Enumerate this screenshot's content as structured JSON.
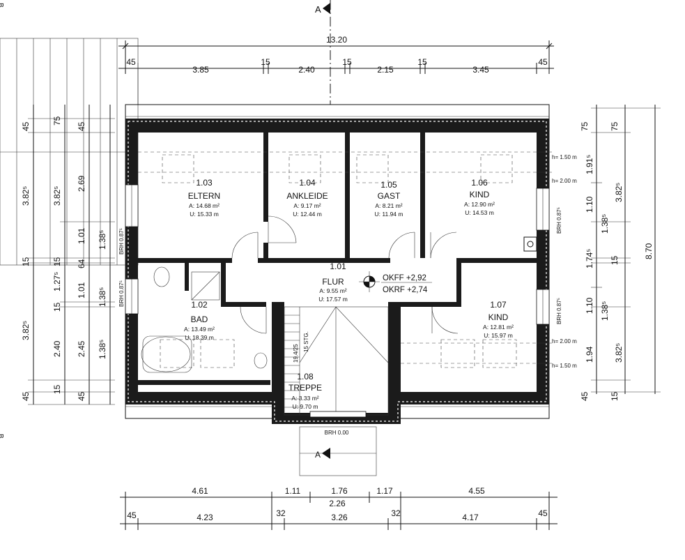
{
  "dimensions_top": {
    "overall": "13.20",
    "segments": [
      "45",
      "3.85",
      "15",
      "2.40",
      "15",
      "2.15",
      "15",
      "3.45",
      "45"
    ]
  },
  "dimensions_bottom": {
    "row1": [
      "4.61",
      "1.11",
      "1.76",
      "1.17",
      "4.55"
    ],
    "row1_sub": "2.26",
    "row2": [
      "45",
      "4.23",
      "32",
      "3.26",
      "32",
      "4.17",
      "45"
    ]
  },
  "dimensions_left": {
    "col1": [
      "45",
      "3.82⁵",
      "15",
      "3.82⁵",
      "45"
    ],
    "col2": [
      "75",
      "3.82⁵",
      "15",
      "1.27⁵",
      "15",
      "2.40",
      "15"
    ],
    "col3": [
      "45",
      "2.69",
      "1.01",
      "64",
      "1.01",
      "2.45",
      "45"
    ],
    "col4": [
      "1.38⁵",
      "1.38⁵",
      "1.38⁵"
    ]
  },
  "dimensions_right": {
    "col1": [
      "75",
      "1.91⁵",
      "1.10",
      "1.74⁵",
      "1.10",
      "1.94",
      "45"
    ],
    "col2": [
      "75",
      "3.82⁵",
      "1.38⁵",
      "15",
      "1.38⁵",
      "3.82⁵",
      "15"
    ],
    "overall": "8.70"
  },
  "heights": {
    "h150_top": "h= 1.50 m",
    "h200_top": "h= 2.00 m",
    "h200_bottom": "h= 2.00 m",
    "h150_bottom": "h= 1.50 m"
  },
  "brh": {
    "left_top": "BRH 0.87⁵",
    "left_bottom": "BRH 0.87⁵",
    "right_top": "BRH 0.87⁵",
    "right_bottom": "BRH 0.87⁵",
    "bottom": "BRH 0.00"
  },
  "rooms": {
    "eltern": {
      "num": "1.03",
      "name": "ELTERN",
      "area": "A: 14.68 m²",
      "perimeter": "U: 15.33 m"
    },
    "ankleide": {
      "num": "1.04",
      "name": "ANKLEIDE",
      "area": "A: 9.17 m²",
      "perimeter": "U: 12.44 m"
    },
    "gast": {
      "num": "1.05",
      "name": "GAST",
      "area": "A: 8.21 m²",
      "perimeter": "U: 11.94 m"
    },
    "kind1": {
      "num": "1.06",
      "name": "KIND",
      "area": "A: 12.90 m²",
      "perimeter": "U: 14.53 m"
    },
    "flur": {
      "num": "1.01",
      "name": "FLUR",
      "area": "A: 9.55 m²",
      "perimeter": "U: 17.57 m"
    },
    "bad": {
      "num": "1.02",
      "name": "BAD",
      "area": "A: 13.49 m²",
      "perimeter": "U: 18.39 m"
    },
    "kind2": {
      "num": "1.07",
      "name": "KIND",
      "area": "A: 12.81 m²",
      "perimeter": "U: 15.97 m"
    },
    "treppe": {
      "num": "1.08",
      "name": "TREPPE",
      "area": "A: 3.33 m²",
      "perimeter": "U: 9.70 m"
    }
  },
  "levels": {
    "okff": "OKFF +2,92",
    "okrf": "OKRF +2,74"
  },
  "stair": {
    "steps": "15 STG.",
    "ratio": "19.4/25"
  },
  "section_marker": "A",
  "edge_marker": "B"
}
